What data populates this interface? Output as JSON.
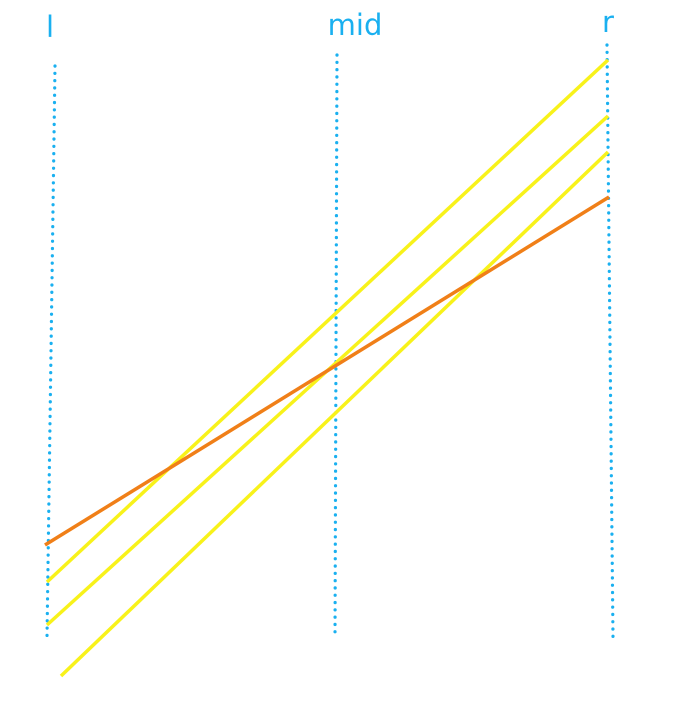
{
  "labels": {
    "left": "l",
    "mid": "mid",
    "right": "r"
  },
  "colors": {
    "divider": "#1ab0f0",
    "highlight_line": "#f07f18",
    "other_lines": "#f8f21a",
    "background": "#ffffff"
  },
  "lines": [
    {
      "role": "highlighted",
      "color": "orange"
    },
    {
      "role": "candidate",
      "color": "yellow"
    },
    {
      "role": "candidate",
      "color": "yellow"
    },
    {
      "role": "candidate",
      "color": "yellow"
    }
  ]
}
